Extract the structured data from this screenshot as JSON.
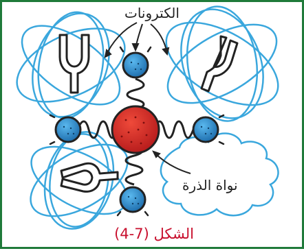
{
  "labels": {
    "electrons": "الكترونات",
    "nucleus": "نواة الذرة"
  },
  "caption": "الشكل (7-4)",
  "colors": {
    "border": "#1f7a3a",
    "orbit": "#3aa7dd",
    "electron": "#2a86c8",
    "nucleus": "#d42b2b",
    "caption": "#c8102e"
  },
  "icons": [
    "tuning-fork-icon",
    "tuning-fork-icon",
    "tuning-fork-icon"
  ]
}
